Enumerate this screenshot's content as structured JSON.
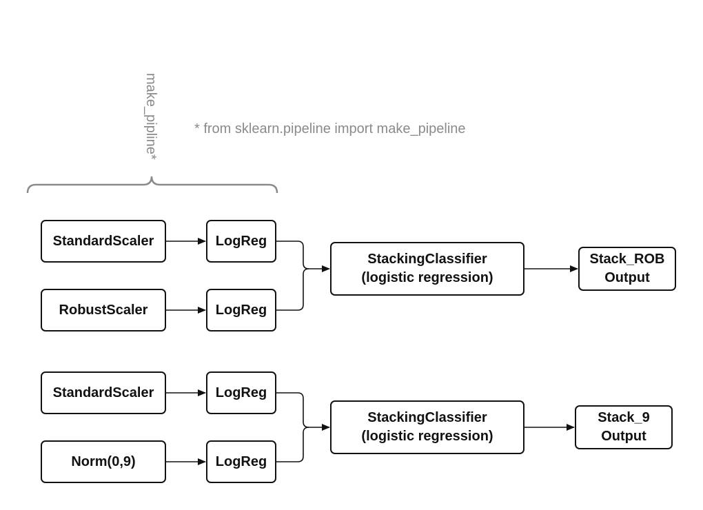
{
  "annotation": {
    "brace_label": "make_pipline*",
    "footnote": "* from sklearn.pipeline import make_pipeline"
  },
  "group1": {
    "scaler_a": "StandardScaler",
    "logreg_a": "LogReg",
    "scaler_b": "RobustScaler",
    "logreg_b": "LogReg",
    "stacker_line1": "StackingClassifier",
    "stacker_line2": "(logistic regression)",
    "output_line1": "Stack_ROB",
    "output_line2": "Output"
  },
  "group2": {
    "scaler_a": "StandardScaler",
    "logreg_a": "LogReg",
    "scaler_b": "Norm(0,9)",
    "logreg_b": "LogReg",
    "stacker_line1": "StackingClassifier",
    "stacker_line2": "(logistic regression)",
    "output_line1": "Stack_9",
    "output_line2": "Output"
  }
}
